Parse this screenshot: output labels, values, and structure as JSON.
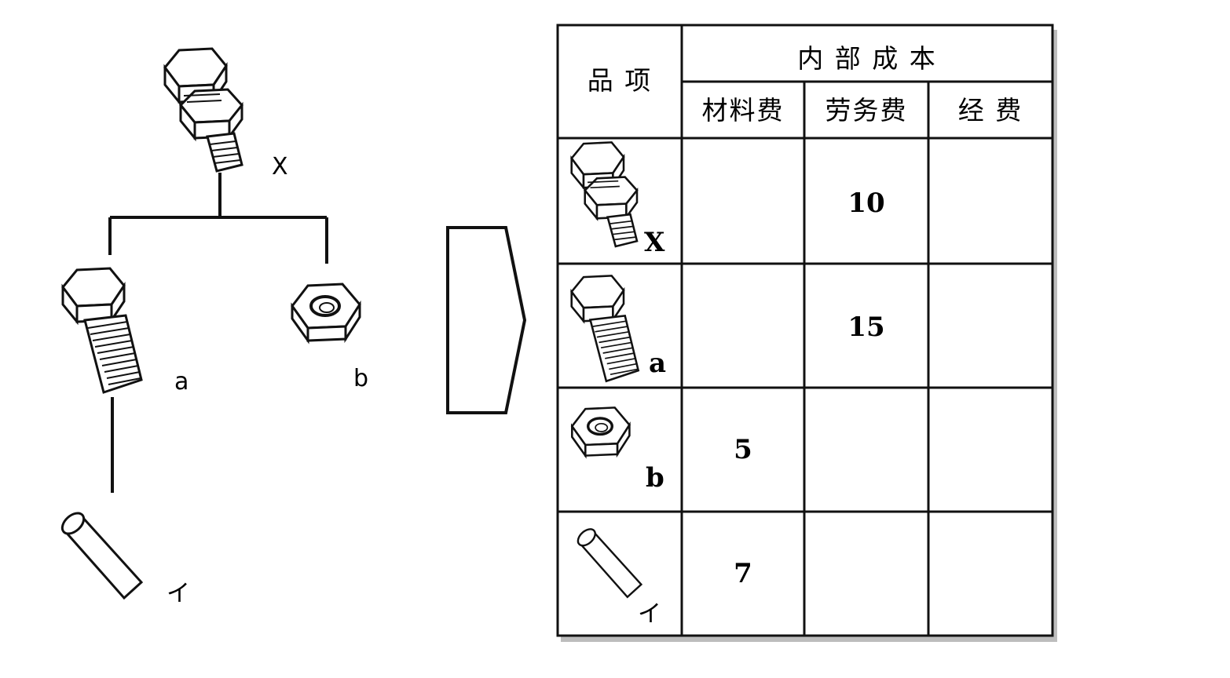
{
  "tree": {
    "root_label": "X",
    "children": [
      {
        "label": "a",
        "icon": "bolt-icon"
      },
      {
        "label": "b",
        "icon": "hex-nut-icon"
      }
    ],
    "grandchild_label": "イ",
    "root_icon": "bolt-nut-assembly-icon",
    "grandchild_icon": "cylinder-rod-icon"
  },
  "table": {
    "item_header": "品 项",
    "group_header": "内 部 成 本",
    "columns": [
      "材料费",
      "劳务费",
      "经 费"
    ],
    "rows": [
      {
        "label": "X",
        "icon": "bolt-nut-assembly-icon",
        "cells": [
          "",
          "10",
          ""
        ]
      },
      {
        "label": "a",
        "icon": "bolt-icon",
        "cells": [
          "",
          "15",
          ""
        ]
      },
      {
        "label": "b",
        "icon": "hex-nut-icon",
        "cells": [
          "5",
          "",
          ""
        ]
      },
      {
        "label": "イ",
        "icon": "cylinder-rod-icon",
        "cells": [
          "7",
          "",
          ""
        ]
      }
    ]
  },
  "arrow_icon": "chevron-right-arrow-icon"
}
